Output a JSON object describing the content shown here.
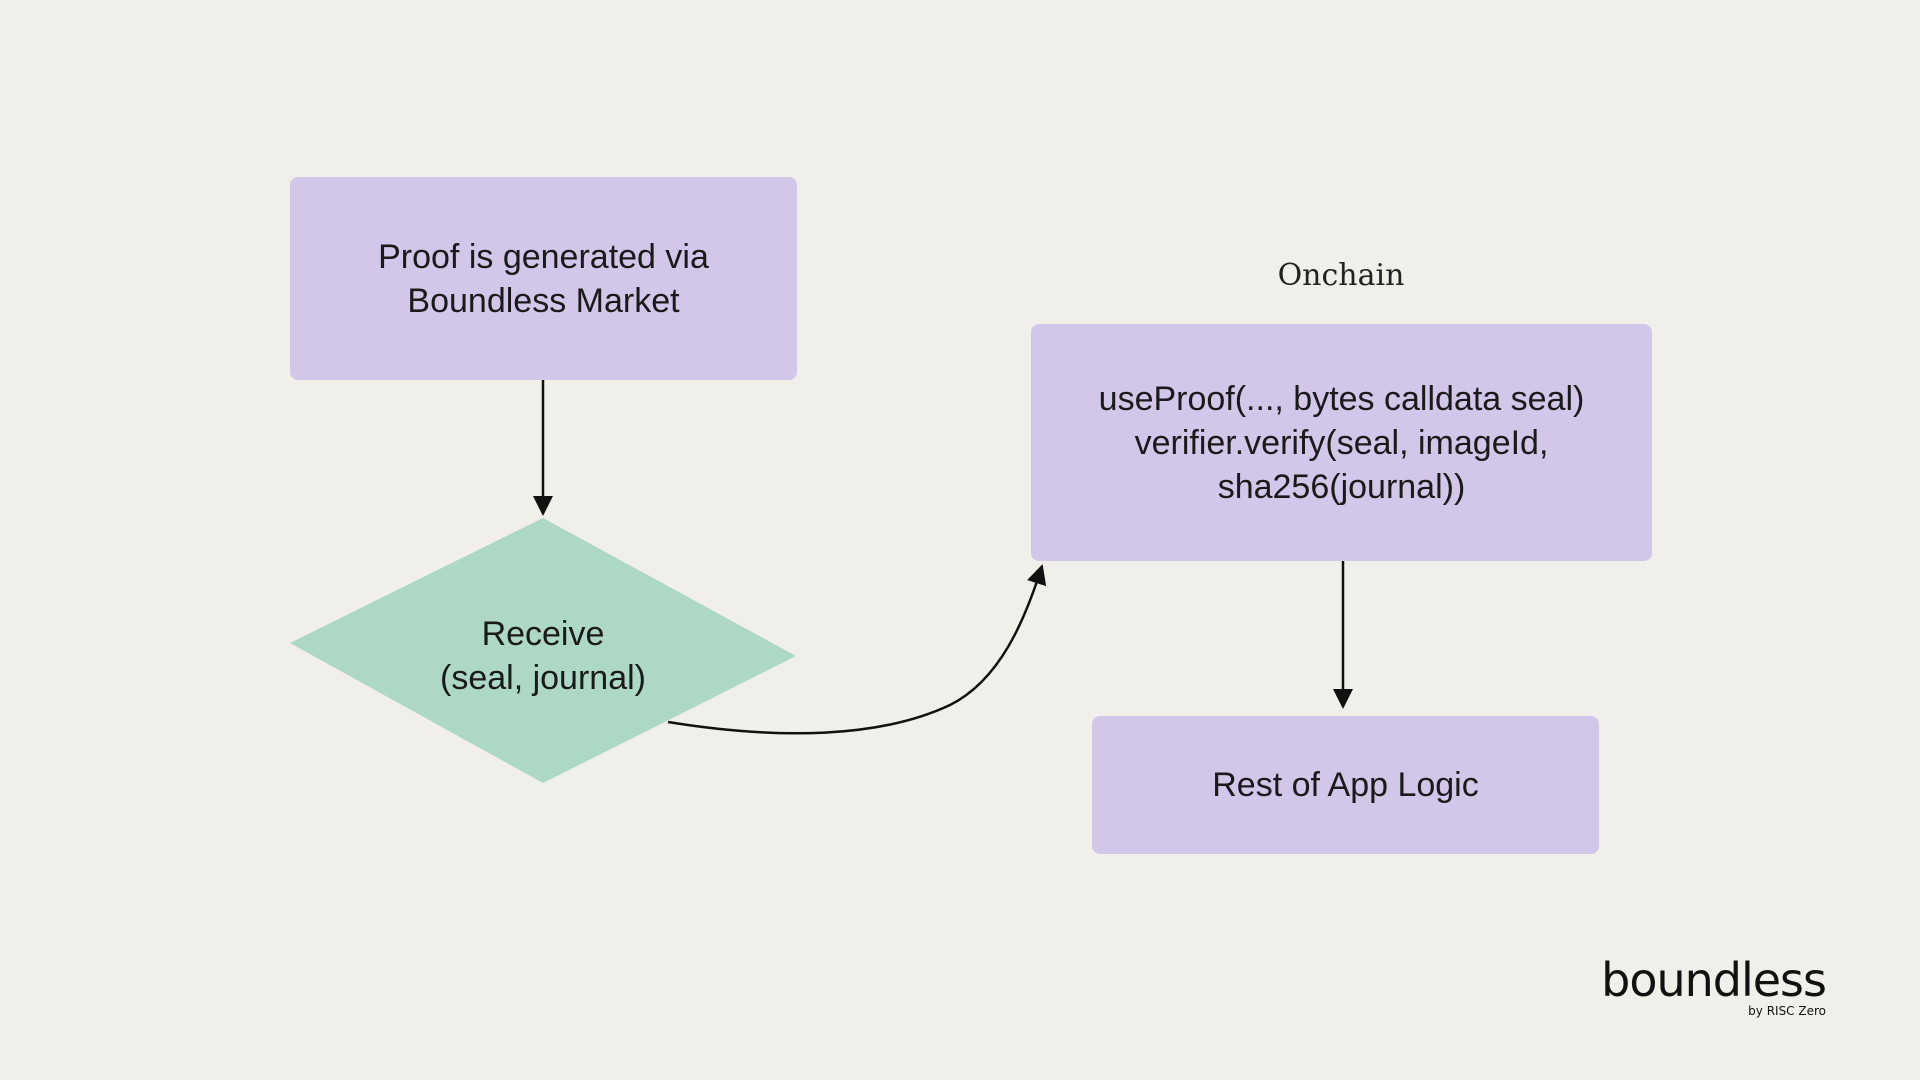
{
  "nodes": {
    "proof_generated": "Proof is generated via\nBoundless Market",
    "receive": "Receive\n(seal, journal)",
    "use_proof": "useProof(..., bytes calldata seal)\nverifier.verify(seal, imageId,\nsha256(journal))",
    "rest_of_app": "Rest of App Logic"
  },
  "group_label": "Onchain",
  "brand": {
    "name": "boundless",
    "byline": "by RISC Zero"
  },
  "colors": {
    "background": "#f0efea",
    "process_box": "#d2c6e9",
    "decision": "#aed8c6",
    "connector": "#111111"
  }
}
